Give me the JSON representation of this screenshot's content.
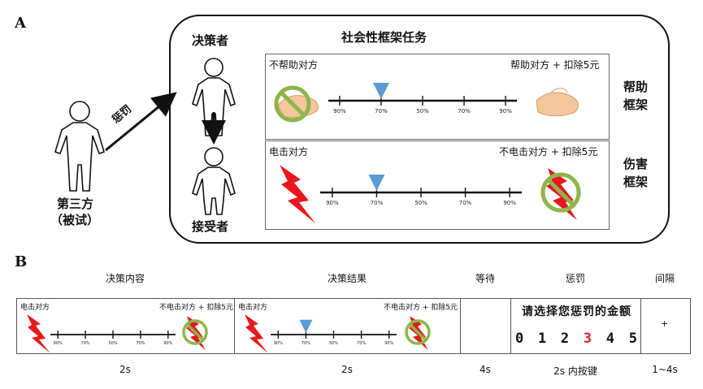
{
  "panelA": {
    "label": "A",
    "task_title": "社会性框架任务",
    "roles": {
      "decider": "决策者",
      "receiver": "接受者",
      "third_party": "第三方",
      "subject": "（被试）",
      "punish_arrow": "惩罚"
    },
    "help_frame": {
      "left_option": "不帮助对方",
      "right_option": "帮助对方 + 扣除5元",
      "ticks": [
        "90%",
        "70%",
        "50%",
        "70%",
        "90%"
      ],
      "marker_position": 0.25,
      "side_label_line1": "帮助",
      "side_label_line2": "框架"
    },
    "harm_frame": {
      "left_option": "电击对方",
      "right_option": "不电击对方 + 扣除5元",
      "ticks": [
        "90%",
        "70%",
        "50%",
        "70%",
        "90%"
      ],
      "marker_position": 0.25,
      "side_label_line1": "伤害",
      "side_label_line2": "框架"
    }
  },
  "panelB": {
    "label": "B",
    "stages": [
      {
        "header": "决策内容",
        "duration": "2s"
      },
      {
        "header": "决策结果",
        "duration": "2s"
      },
      {
        "header": "等待",
        "duration": "4s"
      },
      {
        "header": "惩罚",
        "duration": "2s 内按键"
      },
      {
        "header": "间隔",
        "duration": "1~4s"
      }
    ],
    "content_screen": {
      "left_option": "电击对方",
      "right_option": "不电击对方 + 扣除5元",
      "ticks": [
        "90%",
        "70%",
        "50%",
        "70%",
        "90%"
      ]
    },
    "result_screen": {
      "left_option": "电击对方",
      "right_option": "不电击对方 + 扣除5元",
      "ticks": [
        "90%",
        "70%",
        "50%",
        "70%",
        "90%"
      ],
      "marker_position": 0.25
    },
    "punish_screen": {
      "prompt": "请选择您惩罚的金额",
      "amounts": [
        "0",
        "1",
        "2",
        "3",
        "4",
        "5"
      ],
      "selected": "3",
      "selected_color": "#e02020"
    },
    "fixation": "+"
  },
  "colors": {
    "marker": "#5b9bd5",
    "lightning": "#e8171d",
    "forbid": "#8db54a",
    "hand": "#f6c69e"
  }
}
